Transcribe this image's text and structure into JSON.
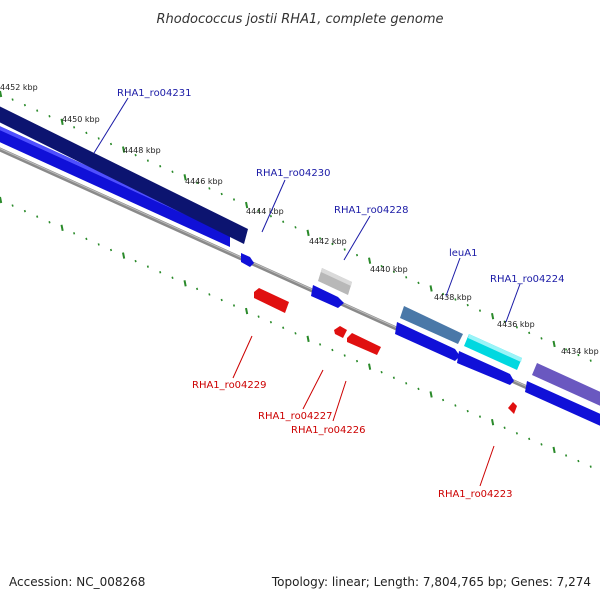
{
  "title": "Rhodococcus jostii RHA1, complete genome",
  "footer": {
    "accession": "Accession: NC_008268",
    "summary": "Topology: linear; Length: 7,804,765 bp; Genes: 7,274"
  },
  "colors": {
    "forward_label": "#1a1aa6",
    "reverse_label": "#cc0000",
    "tick": "#2a8a2a",
    "backbone": "#777777"
  },
  "scale_labels": [
    "4452 kbp",
    "4450 kbp",
    "4448 kbp",
    "4446 kbp",
    "4444 kbp",
    "4442 kbp",
    "4440 kbp",
    "4438 kbp",
    "4436 kbp",
    "4434 kbp"
  ],
  "forward_labels": [
    "RHA1_ro04231",
    "RHA1_ro04230",
    "RHA1_ro04228",
    "leuA1",
    "RHA1_ro04224"
  ],
  "reverse_labels": [
    "RHA1_ro04229",
    "RHA1_ro04227",
    "RHA1_ro04226",
    "RHA1_ro04223"
  ]
}
